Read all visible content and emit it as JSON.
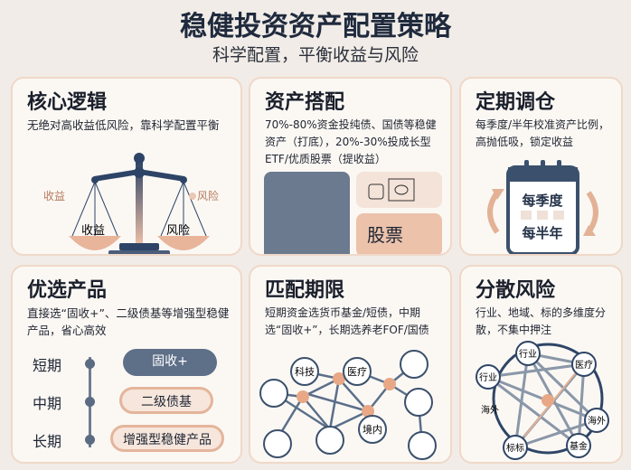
{
  "header": {
    "title": "稳健投资资产配置策略",
    "subtitle": "科学配置，平衡收益与风险"
  },
  "colors": {
    "navy": "#3b506c",
    "peach": "#e8b49a",
    "card_border": "#f0d8c8",
    "background": "#f1ece7"
  },
  "cards": [
    {
      "title": "核心逻辑",
      "text": "无绝对高收益低风险，靠科学配置平衡",
      "labels": {
        "left_outer": "收益",
        "right_outer": "风险",
        "left_pan": "收益",
        "right_pan": "风险"
      },
      "icon": "balance-scale-icon"
    },
    {
      "title": "资产搭配",
      "text": "70%-80%资金投纯债、国债等稳健资产（打底），20%-30%投成长型ETF/优质股票（提收益）",
      "stock_label": "股票"
    },
    {
      "title": "定期调仓",
      "text": "每季度/半年校准资产比例，高抛低吸，锁定收益",
      "calendar": {
        "top": "每季度",
        "bottom": "每半年"
      },
      "icon": "calendar-icon"
    },
    {
      "title": "优选产品",
      "text": "直接选“固收+”、二级债基等增强型稳健产品，省心高效",
      "timeline": [
        {
          "term": "短期",
          "product": "固收+"
        },
        {
          "term": "中期",
          "product": "二级债基"
        },
        {
          "term": "长期",
          "product": "增强型稳健产品"
        }
      ]
    },
    {
      "title": "匹配期限",
      "text": "短期资金选货币基金/短债，中期选“固收+”，长期选养老FOF/国债",
      "nodes": [
        "科技",
        "医疗",
        "境内"
      ]
    },
    {
      "title": "分散风险",
      "text": "行业、地域、标的多维度分散，不集中押注",
      "nodes": [
        "行业",
        "医疗",
        "行业",
        "海外",
        "海外",
        "标标",
        "基金"
      ]
    }
  ]
}
